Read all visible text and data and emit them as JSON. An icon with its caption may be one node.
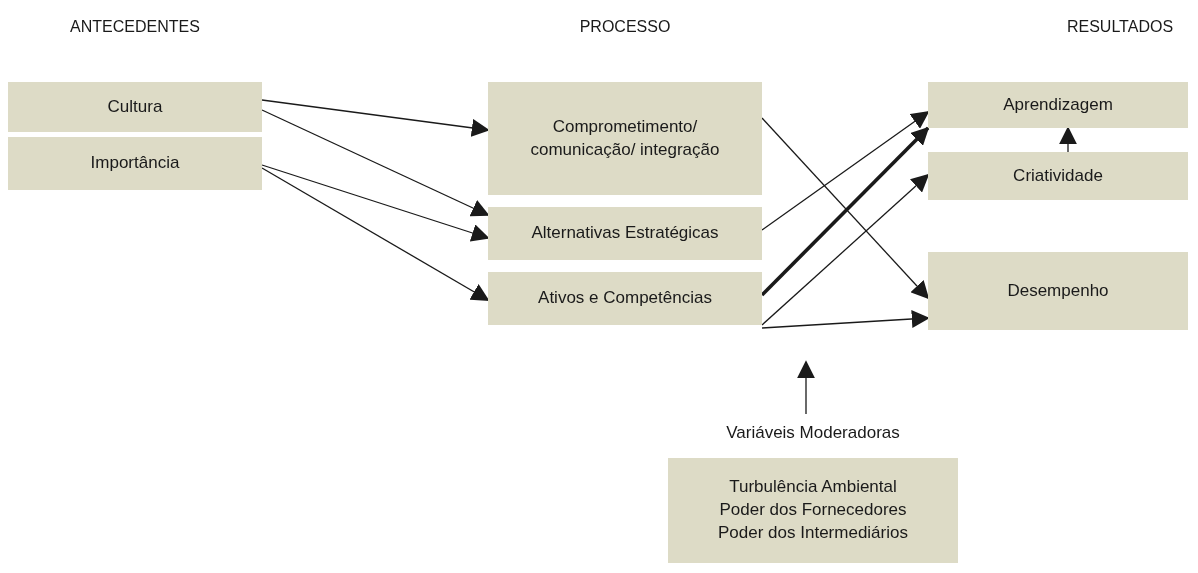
{
  "diagram": {
    "nodes": [
      {
        "text": [
          "Cultura"
        ]
      },
      {
        "text": [
          "Importância"
        ]
      },
      {
        "text": [
          "Comprometimento/ comunicação/ integração"
        ]
      },
      {
        "text": [
          "Alternativas Estratégicas"
        ]
      },
      {
        "text": [
          "Ativos e Competências"
        ]
      },
      {
        "text": [
          "Aprendizagem"
        ]
      },
      {
        "text": [
          "Criatividade"
        ]
      },
      {
        "text": [
          "Desempenho"
        ]
      },
      {
        "text": [
          "Variáveis Moderadoras",
          "Turbulência Ambiental",
          "Poder dos Fornecedores",
          "Poder dos Intermediários"
        ]
      }
    ],
    "edges": [
      {
        "from": 0,
        "to": 2,
        "arrow": "to"
      },
      {
        "from": 0,
        "to": 3,
        "arrow": "to"
      },
      {
        "from": 1,
        "to": 3,
        "arrow": "to"
      },
      {
        "from": 1,
        "to": 4,
        "arrow": "to"
      },
      {
        "from": 2,
        "to": 7,
        "arrow": "to"
      },
      {
        "from": 3,
        "to": 5,
        "arrow": "to"
      },
      {
        "from": 4,
        "to": 5,
        "arrow": "to",
        "style": "thick"
      },
      {
        "from": 4,
        "to": 6,
        "arrow": "to"
      },
      {
        "from": 4,
        "to": 7,
        "arrow": "to"
      },
      {
        "from": 6,
        "to": 5,
        "arrow": "to"
      },
      {
        "from": 8,
        "to": null,
        "arrow": "to"
      }
    ],
    "labels": [
      "ANTECEDENTES",
      "PROCESSO",
      "RESULTADOS"
    ]
  }
}
